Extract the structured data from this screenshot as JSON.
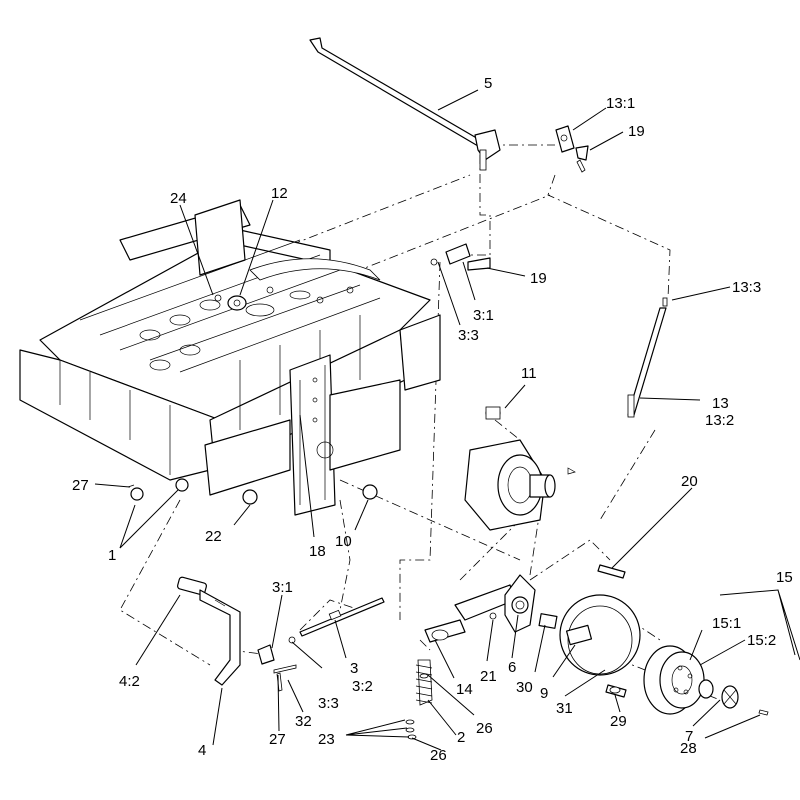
{
  "callouts": {
    "c5": "5",
    "c13_1": "13:1",
    "c19a": "19",
    "c24": "24",
    "c12": "12",
    "c19b": "19",
    "c3_1a": "3:1",
    "c3_3a": "3:3",
    "c13_3": "13:3",
    "c11": "11",
    "c13": "13",
    "c13_2": "13:2",
    "c27a": "27",
    "c1": "1",
    "c22": "22",
    "c18": "18",
    "c10": "10",
    "c20": "20",
    "c15": "15",
    "c15_1": "15:1",
    "c15_2": "15:2",
    "c3_1b": "3:1",
    "c4_2": "4:2",
    "c3": "3",
    "c3_2": "3:2",
    "c3_3b": "3:3",
    "c21": "21",
    "c6": "6",
    "c14": "14",
    "c30": "30",
    "c9": "9",
    "c31": "31",
    "c29": "29",
    "c7": "7",
    "c28": "28",
    "c4": "4",
    "c27b": "27",
    "c32": "32",
    "c23": "23",
    "c26a": "26",
    "c2": "2",
    "c26b": "26"
  },
  "colors": {
    "line": "#000000",
    "background": "#ffffff"
  }
}
